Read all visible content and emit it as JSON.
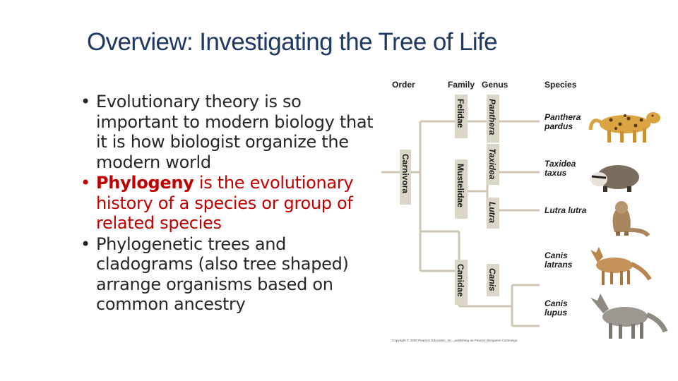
{
  "title": "Overview: Investigating the Tree of Life",
  "bullets": [
    {
      "text": "Evolutionary theory is so important to modern biology that it is how biologist organize the modern world"
    },
    {
      "term": "Phylogeny",
      "text": " is the evolutionary history of a species or group of related species"
    },
    {
      "text": "Phylogenetic trees and cladograms (also tree shaped) arrange organisms based on common ancestry"
    }
  ],
  "figure": {
    "headers": {
      "order": "Order",
      "family": "Family",
      "genus": "Genus",
      "species": "Species"
    },
    "order": "Carnivora",
    "families": [
      "Felidae",
      "Mustelidae",
      "Canidae"
    ],
    "genera": [
      "Panthera",
      "Taxidea",
      "Lutra",
      "Canis"
    ],
    "species": [
      {
        "line1": "Panthera",
        "line2": "pardus"
      },
      {
        "line1": "Taxidea",
        "line2": "taxus"
      },
      {
        "line1": "Lutra lutra",
        "line2": ""
      },
      {
        "line1": "Canis",
        "line2": "latrans"
      },
      {
        "line1": "Canis",
        "line2": "lupus"
      }
    ],
    "copyright": "Copyright © 2008 Pearson Education, Inc., publishing as Pearson Benjamin Cummings.",
    "colors": {
      "line": "#cfc6b4",
      "label_bg": "#dcd6c9",
      "text": "#1a1a1a"
    },
    "animal_icons": [
      "leopard-icon",
      "badger-icon",
      "otter-icon",
      "coyote-icon",
      "wolf-icon"
    ]
  }
}
